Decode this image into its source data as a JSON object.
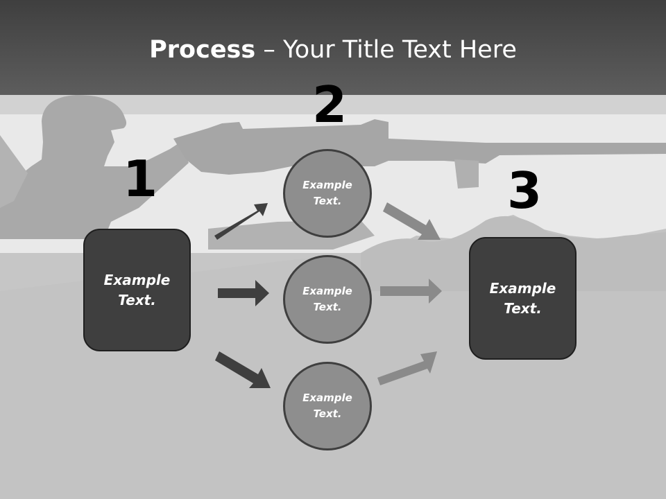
{
  "title": {
    "bold": "Process",
    "rest": " – Your Title Text Here"
  },
  "steps": [
    {
      "number": "1",
      "label": "Example Text."
    },
    {
      "number": "2"
    },
    {
      "number": "3",
      "label": "Example Text."
    }
  ],
  "circles": [
    {
      "label": "Example Text."
    },
    {
      "label": "Example Text."
    },
    {
      "label": "Example Text."
    }
  ],
  "colors": {
    "header": "#4a4a4a",
    "box_fill": "#3f3f3f",
    "circle_fill": "#8e8e8e",
    "arrow_dark": "#3f3f3f",
    "arrow_light": "#8a8a8a"
  }
}
